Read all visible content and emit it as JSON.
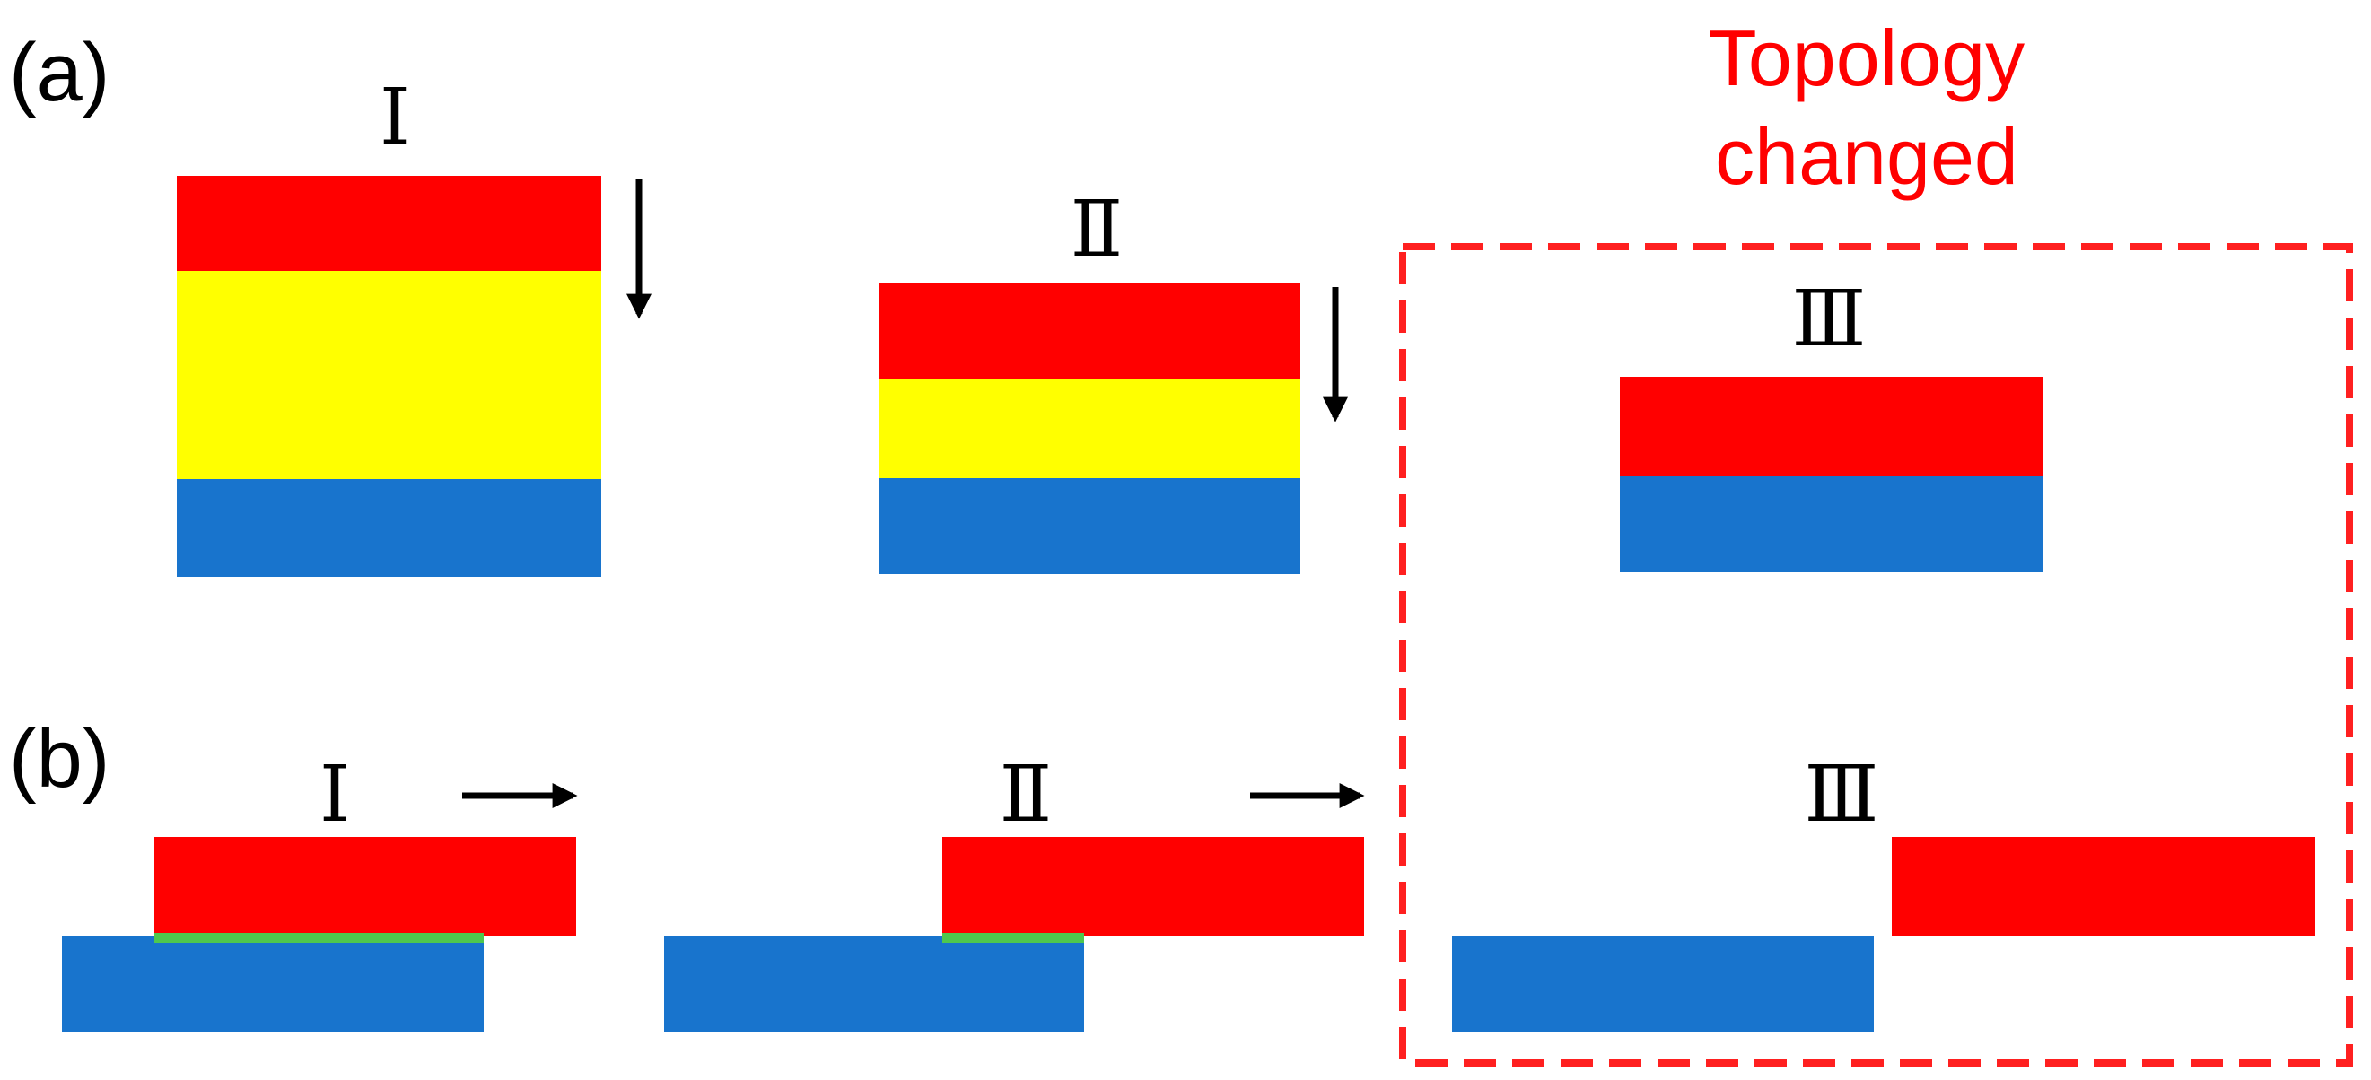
{
  "panel_labels": {
    "a": "(a)",
    "b": "(b)"
  },
  "stage_labels": {
    "stage1": "Ⅰ",
    "stage2": "Ⅱ",
    "stage3": "Ⅲ"
  },
  "annotation": {
    "line1": "Topology",
    "line2": "changed"
  },
  "colors": {
    "top_body": "#ff0000",
    "middle_layer": "#ffff00",
    "bottom_body": "#1874cd",
    "contact_line": "#4ec84e",
    "arrow": "#000000",
    "dashed_box": "#ff2020",
    "annotation_text": "#ff0000"
  },
  "icons": {
    "arrow_down": "arrow-down-icon",
    "arrow_right": "arrow-right-icon"
  }
}
